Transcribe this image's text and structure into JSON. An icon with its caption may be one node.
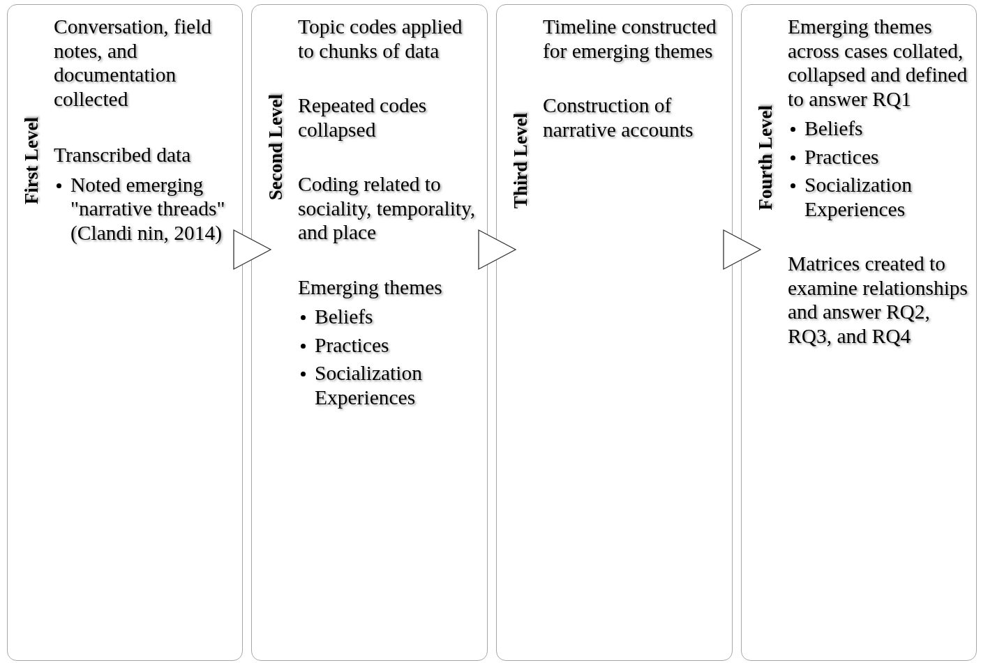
{
  "diagram": {
    "nodes": [
      {
        "text": [
          "First Level",
          "Conversation, field notes, and documentation collected",
          "Transcribed data",
          "Noted emerging \"narrative threads\"  (Clandi nin, 2014)"
        ]
      },
      {
        "text": [
          "Second Level",
          "Topic codes applied to chunks of data",
          "Repeated codes collapsed",
          "Coding related to sociality, temporality, and place",
          "Emerging themes",
          "Beliefs",
          "Practices",
          "Socialization Experiences"
        ]
      },
      {
        "text": [
          "Third Level",
          "Timeline constructed for emerging themes",
          "Construction of narrative accounts"
        ]
      },
      {
        "text": [
          "Fourth Level",
          "Emerging themes across cases collated, collapsed and defined to answer RQ1",
          "Beliefs",
          "Practices",
          "Socialization Experiences",
          "Matrices created to examine relationships and answer RQ2, RQ3, and RQ4"
        ]
      }
    ],
    "edges": [
      {
        "from": 0,
        "to": 1,
        "arrow": "to"
      },
      {
        "from": 1,
        "to": 2,
        "arrow": "to"
      },
      {
        "from": 2,
        "to": 3,
        "arrow": "to"
      }
    ]
  }
}
